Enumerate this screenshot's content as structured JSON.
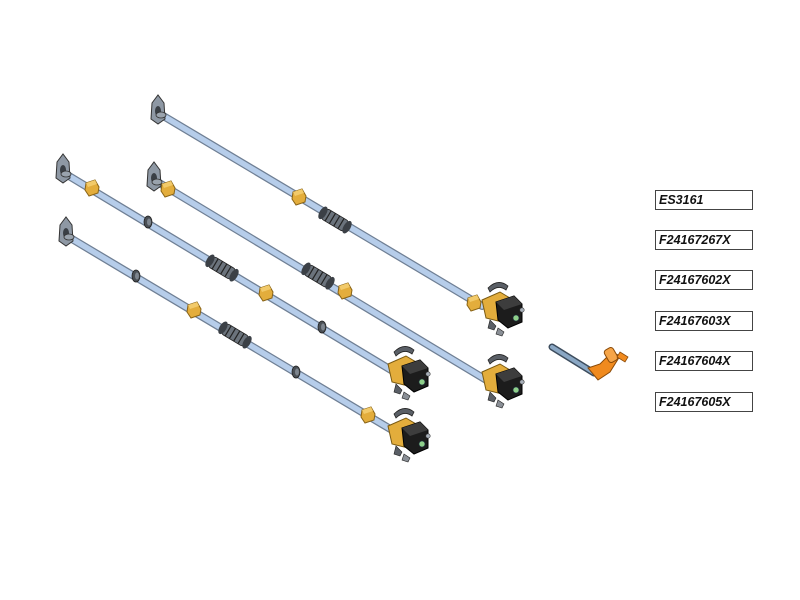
{
  "labels": [
    "ES3161",
    "F24167267X",
    "F24167602X",
    "F24167603X",
    "F24167604X",
    "F24167605X"
  ],
  "colors": {
    "rod": "#b6cdea",
    "rod_edge": "#6f7f94",
    "collar": "#e3ad3c",
    "collar_edge": "#8a6416",
    "gearbox_body": "#1c1c1c",
    "crank_handle": "#f08a1e",
    "label_border": "#444444"
  }
}
